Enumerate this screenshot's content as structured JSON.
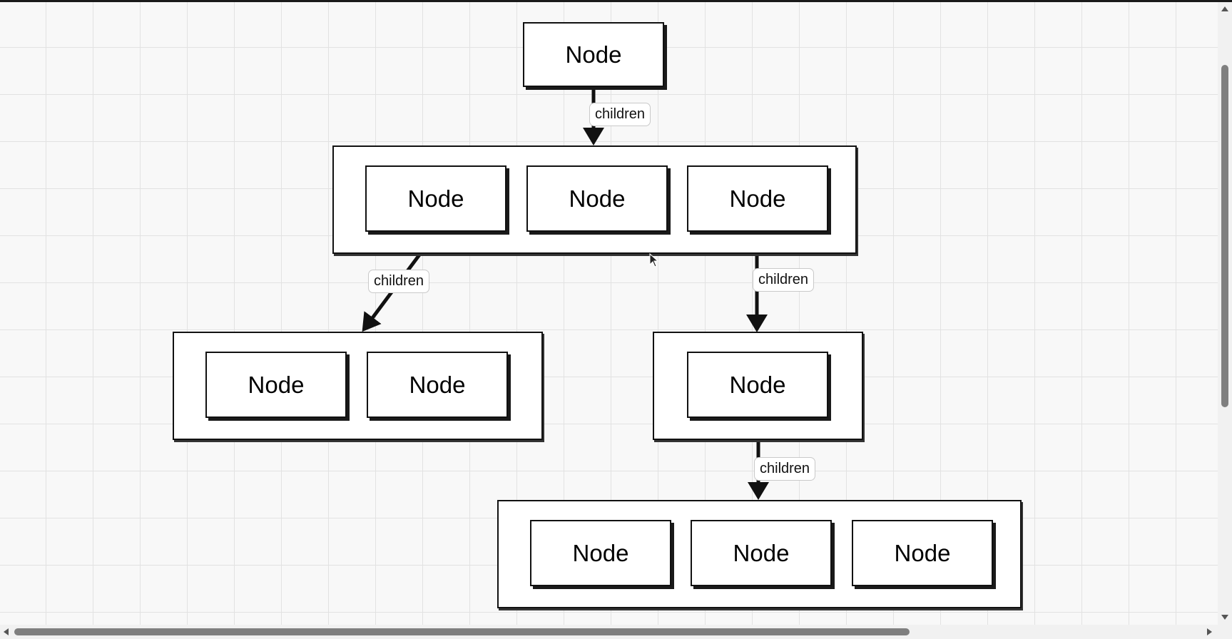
{
  "diagram": {
    "node_label": "Node",
    "edge_label": "children",
    "levels": [
      {
        "group": "root",
        "nodes": [
          "Node"
        ]
      },
      {
        "group": "level-1",
        "nodes": [
          "Node",
          "Node",
          "Node"
        ]
      },
      {
        "group": "level-2-left",
        "nodes": [
          "Node",
          "Node"
        ]
      },
      {
        "group": "level-2-right",
        "nodes": [
          "Node"
        ]
      },
      {
        "group": "level-3",
        "nodes": [
          "Node",
          "Node",
          "Node"
        ]
      }
    ],
    "edges": [
      {
        "from": "root",
        "to": "level-1",
        "label": "children"
      },
      {
        "from": "level-1 node 1",
        "to": "level-2-left",
        "label": "children"
      },
      {
        "from": "level-1 node 3",
        "to": "level-2-right",
        "label": "children"
      },
      {
        "from": "level-2-right node 1",
        "to": "level-3",
        "label": "children"
      }
    ]
  },
  "icons": {
    "cursor": "mouse-pointer-icon",
    "scroll_up": "scroll-up-arrow-icon",
    "scroll_down": "scroll-down-arrow-icon",
    "scroll_left": "scroll-left-arrow-icon",
    "scroll_right": "scroll-right-arrow-icon"
  },
  "colors": {
    "stroke": "#111111",
    "grid": "#e2e2e2",
    "canvas": "#f8f8f8",
    "scroll_thumb": "#7f7f7f"
  }
}
